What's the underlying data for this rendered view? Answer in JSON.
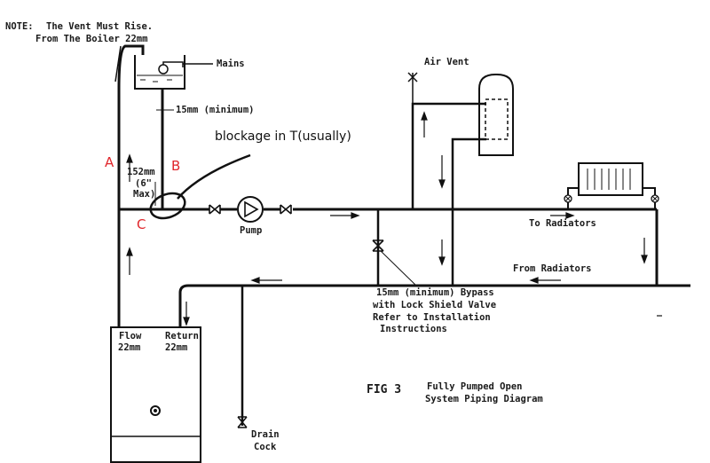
{
  "labels": {
    "note_lead": "NOTE:",
    "note_line1": "The Vent Must Rise.",
    "note_line2": "From The Boiler 22mm",
    "mains": "Mains",
    "size_15mm_min": "15mm (minimum)",
    "blockage": "blockage in  T(usually)",
    "letter_a": "A",
    "letter_b": "B",
    "letter_c": "C",
    "dim_line1": "152mm",
    "dim_line2": "(6\"",
    "dim_line3": "Max)",
    "pump": "Pump",
    "air_vent": "Air Vent",
    "to_radiators": "To Radiators",
    "from_radiators": "From  Radiators",
    "bypass_line1": "15mm (minimum) Bypass",
    "bypass_line2": "with Lock  Shield Valve",
    "bypass_line3": "Refer to Installation",
    "bypass_line4": "Instructions",
    "flow_line1": "Flow",
    "flow_line2": "22mm",
    "return_line1": "Return",
    "return_line2": "22mm",
    "fig_label": "FIG 3",
    "caption_line1": "Fully Pumped Open",
    "caption_line2": "System Piping Diagram",
    "drain_line1": "Drain",
    "drain_line2": "Cock"
  },
  "colors": {
    "annotation_red": "#e0262b",
    "line_black": "#111111"
  }
}
